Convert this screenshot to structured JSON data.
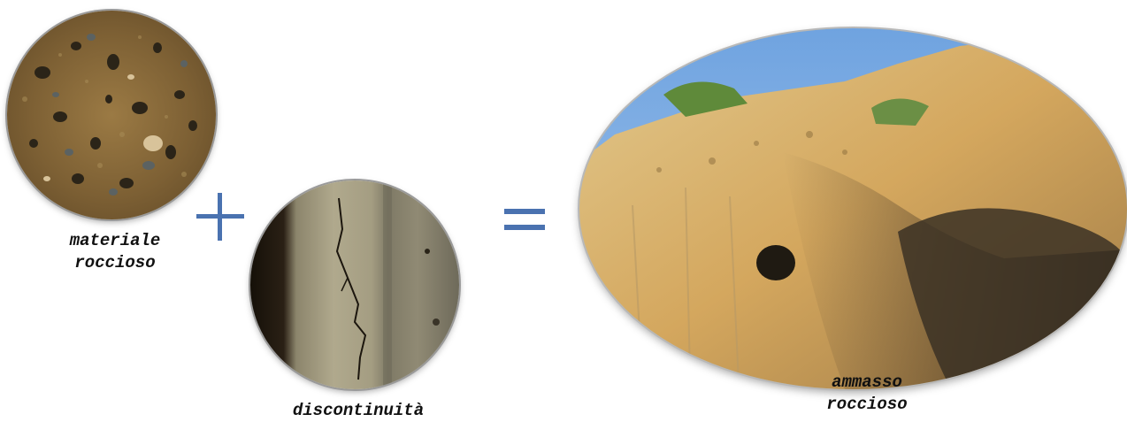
{
  "labels": {
    "material_line1": "materiale",
    "material_line2": "roccioso",
    "discontinuity": "discontinuità",
    "mass_line1": "ammasso",
    "mass_line2": "roccioso"
  },
  "operators": {
    "plus_color": "#4a72b0",
    "equals_color": "#4a72b0"
  }
}
